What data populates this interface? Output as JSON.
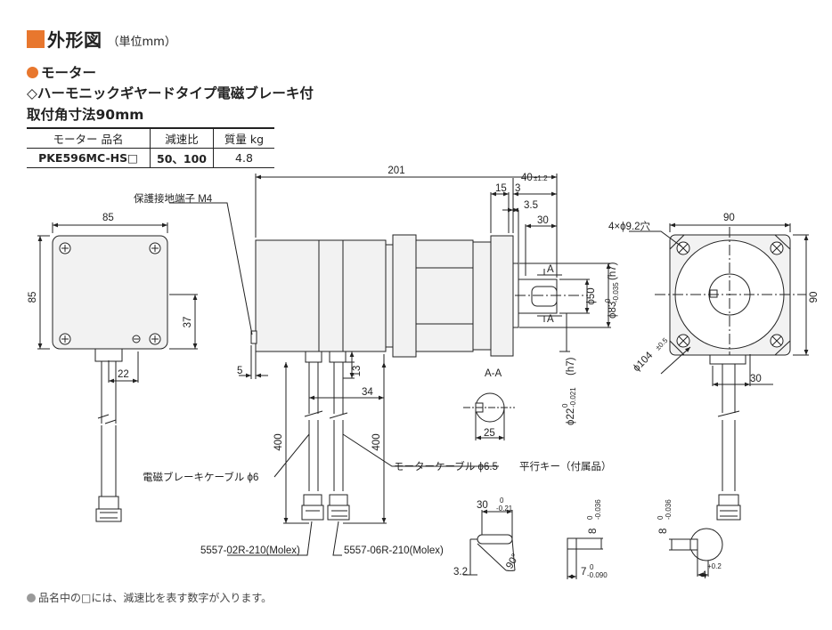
{
  "header": {
    "title": "外形図",
    "unit": "（単位mm）"
  },
  "section": {
    "motor": "モーター",
    "type": "◇ハーモニックギヤードタイプ電磁ブレーキ付",
    "size": "取付角寸法90mm"
  },
  "spec_table": {
    "headers": [
      "モーター 品名",
      "減速比",
      "質量 kg"
    ],
    "row": [
      "PKE596MC-HS□",
      "50、100",
      "4.8"
    ]
  },
  "dims": {
    "front_width": "85",
    "front_height": "85",
    "front_37": "37",
    "front_22": "22",
    "total_length": "201",
    "d40": "40",
    "d40_tol": "±1.2",
    "d15": "15",
    "d3": "3",
    "d35": "3.5",
    "d30": "30",
    "d5": "5",
    "d13": "13",
    "d34": "34",
    "d400_left": "400",
    "d400_right": "400",
    "phi50": "ϕ50",
    "phi83": "ϕ83",
    "phi83_tol_up": "0",
    "phi83_tol_down": "-0.035",
    "phi83_fit": "(h7)",
    "phi22": "ϕ22",
    "phi22_tol_up": "0",
    "phi22_tol_down": "-0.021",
    "phi22_fit": "(h7)",
    "holes": "4×ϕ9.2穴",
    "flange_90_w": "90",
    "flange_90_h": "90",
    "phi104": "ϕ104",
    "phi104_tol": "±0.5",
    "flange_30": "30",
    "aa_label": "A-A",
    "aa_25": "25",
    "a_mark": "A",
    "key_30": "30",
    "key_30_up": "0",
    "key_30_down": "-0.21",
    "key_8": "8",
    "key_8_up": "0",
    "key_8_down": "-0.036",
    "key_32": "3.2",
    "key_90deg": "90°",
    "key_7": "7",
    "key_7_up": "0",
    "key_7_down": "-0.090",
    "key_4": "4",
    "key_4_tol": "+0.2"
  },
  "labels": {
    "ground": "保護接地端子 M4",
    "brake_cable": "電磁ブレーキケーブル ϕ6",
    "motor_cable": "モーターケーブル ϕ6.5",
    "key": "平行キー（付属品）",
    "conn_brake": "5557-02R-210(Molex)",
    "conn_motor": "5557-06R-210(Molex)"
  },
  "note": "品名中の□には、減速比を表す数字が入ります。",
  "colors": {
    "accent": "#e8772e",
    "body": "#f2f2f2",
    "line": "#222222"
  }
}
